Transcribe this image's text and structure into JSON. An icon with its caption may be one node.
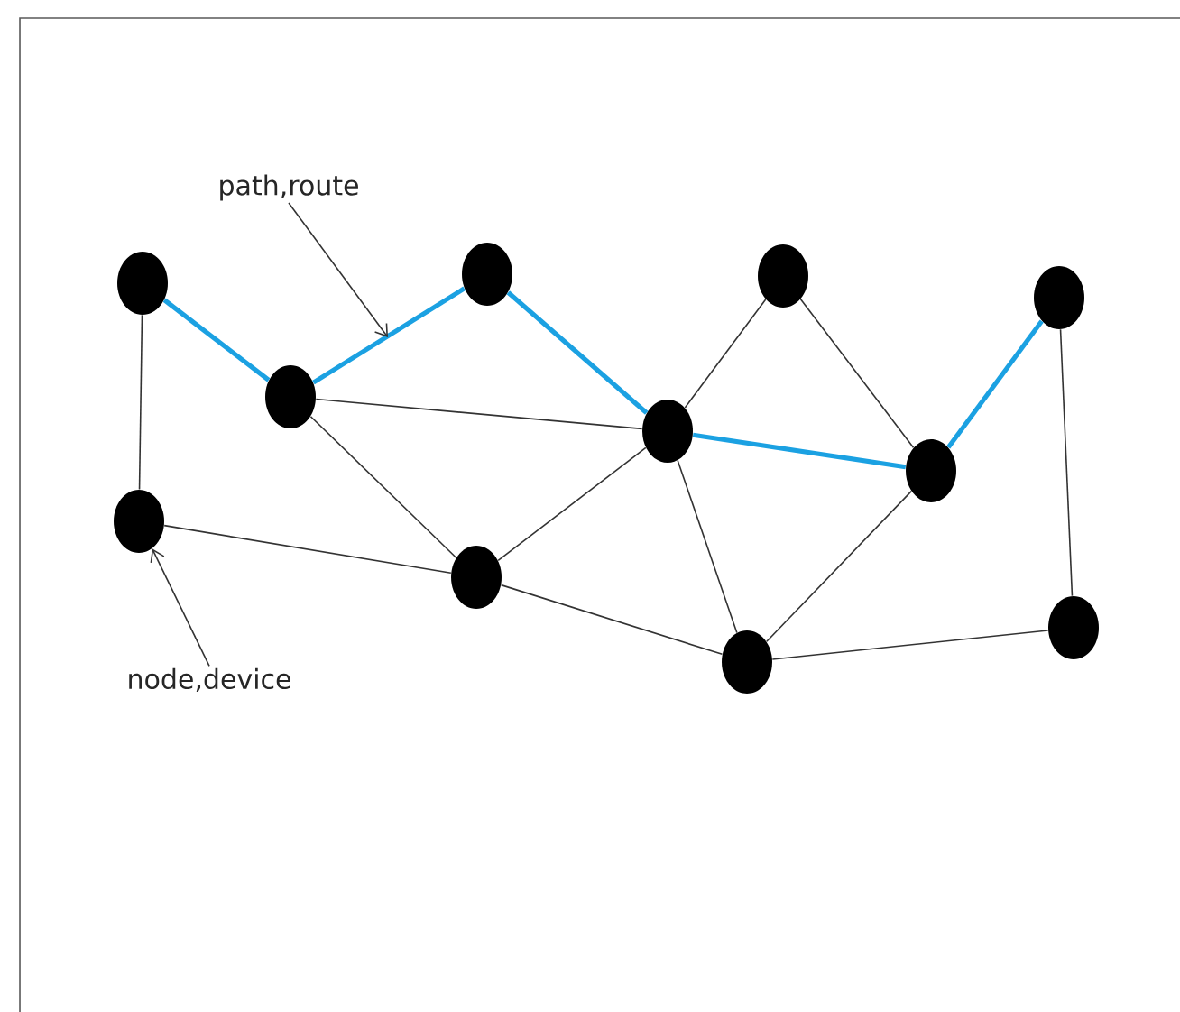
{
  "diagram": {
    "nodes": [
      {
        "text": [],
        "shape": "circle"
      },
      {
        "text": [],
        "shape": "circle"
      },
      {
        "text": [],
        "shape": "circle"
      },
      {
        "text": [],
        "shape": "circle"
      },
      {
        "text": [],
        "shape": "circle"
      },
      {
        "text": [],
        "shape": "circle"
      },
      {
        "text": [],
        "shape": "circle"
      },
      {
        "text": [],
        "shape": "circle"
      },
      {
        "text": [],
        "shape": "circle"
      },
      {
        "text": [],
        "shape": "circle"
      },
      {
        "text": [],
        "shape": "circle"
      },
      {
        "text": [
          "path,route"
        ]
      },
      {
        "text": [
          "node,device"
        ]
      }
    ],
    "edges": [
      {
        "from": 0,
        "to": 1,
        "arrow": "none",
        "style": "thick",
        "color": "#1ba1e2"
      },
      {
        "from": 1,
        "to": 2,
        "arrow": "none",
        "style": "thick",
        "color": "#1ba1e2"
      },
      {
        "from": 2,
        "to": 5,
        "arrow": "none",
        "style": "thick",
        "color": "#1ba1e2"
      },
      {
        "from": 5,
        "to": 6,
        "arrow": "none",
        "style": "thick",
        "color": "#1ba1e2"
      },
      {
        "from": 6,
        "to": 4,
        "arrow": "none",
        "style": "thick",
        "color": "#1ba1e2"
      },
      {
        "from": 0,
        "to": 7,
        "arrow": "none"
      },
      {
        "from": 1,
        "to": 5,
        "arrow": "none"
      },
      {
        "from": 1,
        "to": 8,
        "arrow": "none"
      },
      {
        "from": 8,
        "to": 5,
        "arrow": "none"
      },
      {
        "from": 7,
        "to": 8,
        "arrow": "none"
      },
      {
        "from": 3,
        "to": 5,
        "arrow": "none"
      },
      {
        "from": 3,
        "to": 6,
        "arrow": "none"
      },
      {
        "from": 5,
        "to": 9,
        "arrow": "none"
      },
      {
        "from": 8,
        "to": 9,
        "arrow": "none"
      },
      {
        "from": 9,
        "to": 6,
        "arrow": "none"
      },
      {
        "from": 9,
        "to": 10,
        "arrow": "none"
      },
      {
        "from": 4,
        "to": 10,
        "arrow": "none"
      },
      {
        "from": 11,
        "to": null,
        "arrow": "to"
      },
      {
        "from": 12,
        "to": 7,
        "arrow": "to"
      }
    ]
  }
}
